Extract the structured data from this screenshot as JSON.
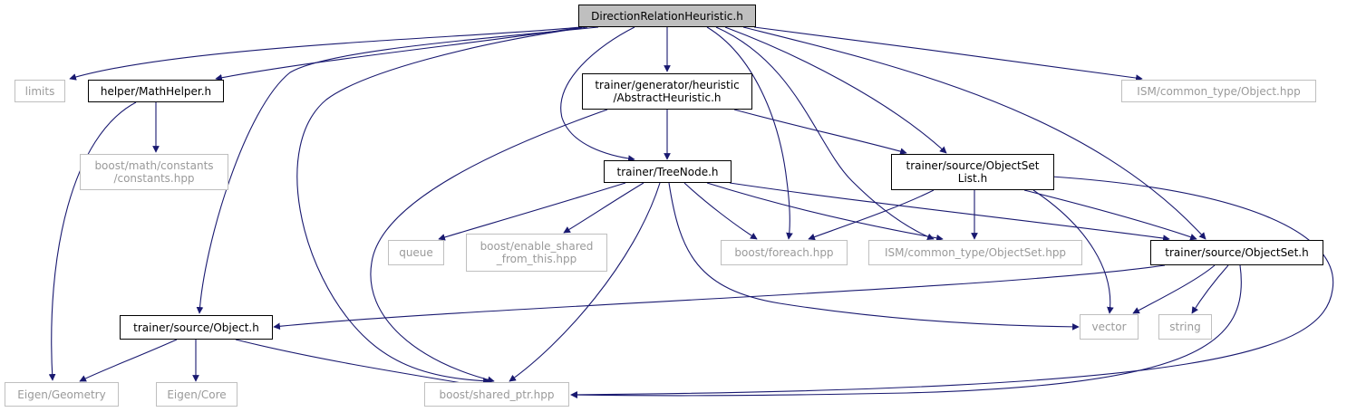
{
  "graph": {
    "root": "DirectionRelationHeuristic.h",
    "colors": {
      "edge": "#191970",
      "root_fill": "#bfbfbf",
      "local_border": "#000000",
      "external_border": "#bfbfbf",
      "external_text": "#9a9a9a"
    },
    "nodes": [
      {
        "id": "root",
        "label": "DirectionRelationHeuristic.h",
        "kind": "root"
      },
      {
        "id": "limits",
        "label": "limits",
        "kind": "external"
      },
      {
        "id": "mathhelper",
        "label": "helper/MathHelper.h",
        "kind": "local"
      },
      {
        "id": "abstract",
        "label": "trainer/generator/heuristic\n/AbstractHeuristic.h",
        "kind": "local"
      },
      {
        "id": "ismobject",
        "label": "ISM/common_type/Object.hpp",
        "kind": "external"
      },
      {
        "id": "boostconst",
        "label": "boost/math/constants\n/constants.hpp",
        "kind": "external"
      },
      {
        "id": "treenode",
        "label": "trainer/TreeNode.h",
        "kind": "local"
      },
      {
        "id": "objsetlist",
        "label": "trainer/source/ObjectSet\nList.h",
        "kind": "local"
      },
      {
        "id": "queue",
        "label": "queue",
        "kind": "external"
      },
      {
        "id": "enableshared",
        "label": "boost/enable_shared\n_from_this.hpp",
        "kind": "external"
      },
      {
        "id": "foreach",
        "label": "boost/foreach.hpp",
        "kind": "external"
      },
      {
        "id": "ismobjset",
        "label": "ISM/common_type/ObjectSet.hpp",
        "kind": "external"
      },
      {
        "id": "objset",
        "label": "trainer/source/ObjectSet.h",
        "kind": "local"
      },
      {
        "id": "objecth",
        "label": "trainer/source/Object.h",
        "kind": "local"
      },
      {
        "id": "vector",
        "label": "vector",
        "kind": "external"
      },
      {
        "id": "string",
        "label": "string",
        "kind": "external"
      },
      {
        "id": "eigengeo",
        "label": "Eigen/Geometry",
        "kind": "external"
      },
      {
        "id": "eigencore",
        "label": "Eigen/Core",
        "kind": "external"
      },
      {
        "id": "sharedptr",
        "label": "boost/shared_ptr.hpp",
        "kind": "external"
      }
    ],
    "edges": [
      [
        "root",
        "limits"
      ],
      [
        "root",
        "mathhelper"
      ],
      [
        "root",
        "abstract"
      ],
      [
        "root",
        "ismobject"
      ],
      [
        "root",
        "objecth"
      ],
      [
        "root",
        "sharedptr"
      ],
      [
        "root",
        "treenode"
      ],
      [
        "root",
        "foreach"
      ],
      [
        "root",
        "ismobjset"
      ],
      [
        "root",
        "objsetlist"
      ],
      [
        "root",
        "objset"
      ],
      [
        "mathhelper",
        "boostconst"
      ],
      [
        "mathhelper",
        "eigengeo"
      ],
      [
        "abstract",
        "treenode"
      ],
      [
        "abstract",
        "objsetlist"
      ],
      [
        "abstract",
        "sharedptr"
      ],
      [
        "treenode",
        "queue"
      ],
      [
        "treenode",
        "enableshared"
      ],
      [
        "treenode",
        "foreach"
      ],
      [
        "treenode",
        "ismobjset"
      ],
      [
        "treenode",
        "objset"
      ],
      [
        "treenode",
        "vector"
      ],
      [
        "treenode",
        "sharedptr"
      ],
      [
        "objsetlist",
        "foreach"
      ],
      [
        "objsetlist",
        "ismobjset"
      ],
      [
        "objsetlist",
        "objset"
      ],
      [
        "objsetlist",
        "vector"
      ],
      [
        "objsetlist",
        "sharedptr"
      ],
      [
        "objset",
        "objecth"
      ],
      [
        "objset",
        "vector"
      ],
      [
        "objset",
        "string"
      ],
      [
        "objset",
        "sharedptr"
      ],
      [
        "objecth",
        "eigengeo"
      ],
      [
        "objecth",
        "eigencore"
      ],
      [
        "objecth",
        "sharedptr"
      ]
    ]
  }
}
